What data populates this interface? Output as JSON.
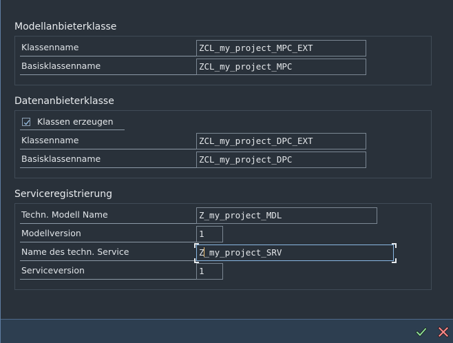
{
  "model_provider": {
    "title": "Modellanbieterklasse",
    "rows": [
      {
        "label": "Klassenname",
        "value": "ZCL_my_project_MPC_EXT"
      },
      {
        "label": "Basisklassenname",
        "value": "ZCL_my_project_MPC"
      }
    ]
  },
  "data_provider": {
    "title": "Datenanbieterklasse",
    "checkbox": {
      "label": "Klassen erzeugen",
      "checked": true
    },
    "rows": [
      {
        "label": "Klassenname",
        "value": "ZCL_my_project_DPC_EXT"
      },
      {
        "label": "Basisklassenname",
        "value": "ZCL_my_project_DPC"
      }
    ]
  },
  "service_registration": {
    "title": "Serviceregistrierung",
    "rows": [
      {
        "label": "Techn. Modell Name",
        "value": "Z_my_project_MDL"
      },
      {
        "label": "Modellversion",
        "value": "1"
      },
      {
        "label": "Name des techn. Service",
        "value": "Z_my_project_SRV"
      },
      {
        "label": "Serviceversion",
        "value": "1"
      }
    ]
  },
  "footer": {
    "confirm_icon": "checkmark-icon",
    "cancel_icon": "close-icon",
    "confirm_color": "#7fd08a",
    "cancel_color": "#f27c7c"
  }
}
